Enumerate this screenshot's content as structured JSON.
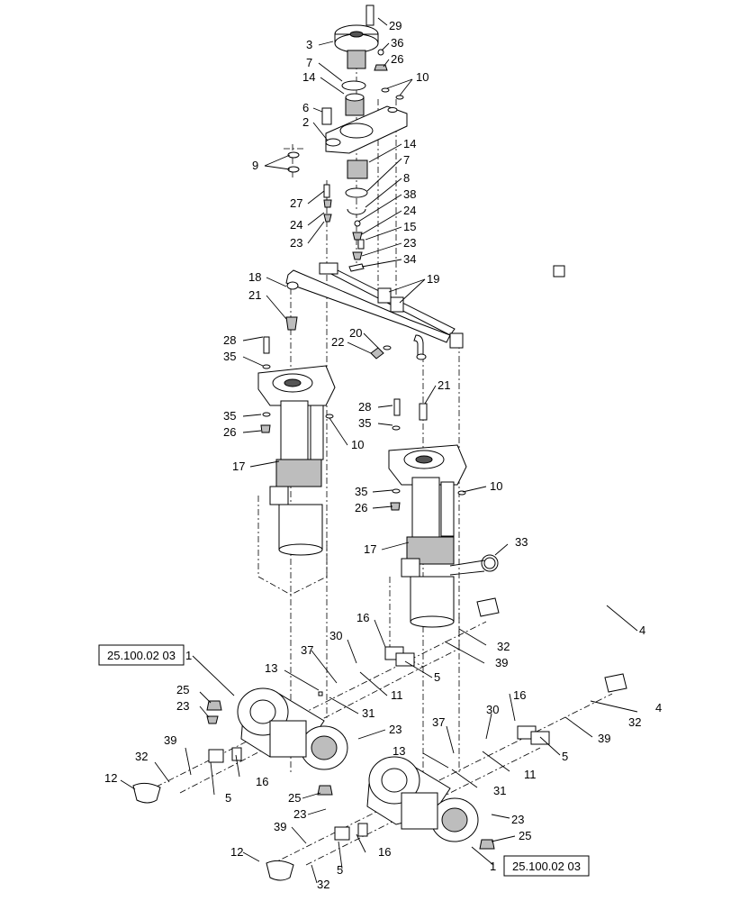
{
  "callouts": [
    "1",
    "2",
    "3",
    "4",
    "5",
    "6",
    "7",
    "8",
    "9",
    "10",
    "11",
    "12",
    "13",
    "14",
    "15",
    "16",
    "17",
    "18",
    "19",
    "20",
    "21",
    "22",
    "23",
    "24",
    "25",
    "26",
    "27",
    "28",
    "29",
    "30",
    "31",
    "32",
    "33",
    "34",
    "35",
    "36",
    "37",
    "38",
    "39"
  ],
  "reference_boxes": [
    "25.100.02 03",
    "25.100.02 03"
  ]
}
